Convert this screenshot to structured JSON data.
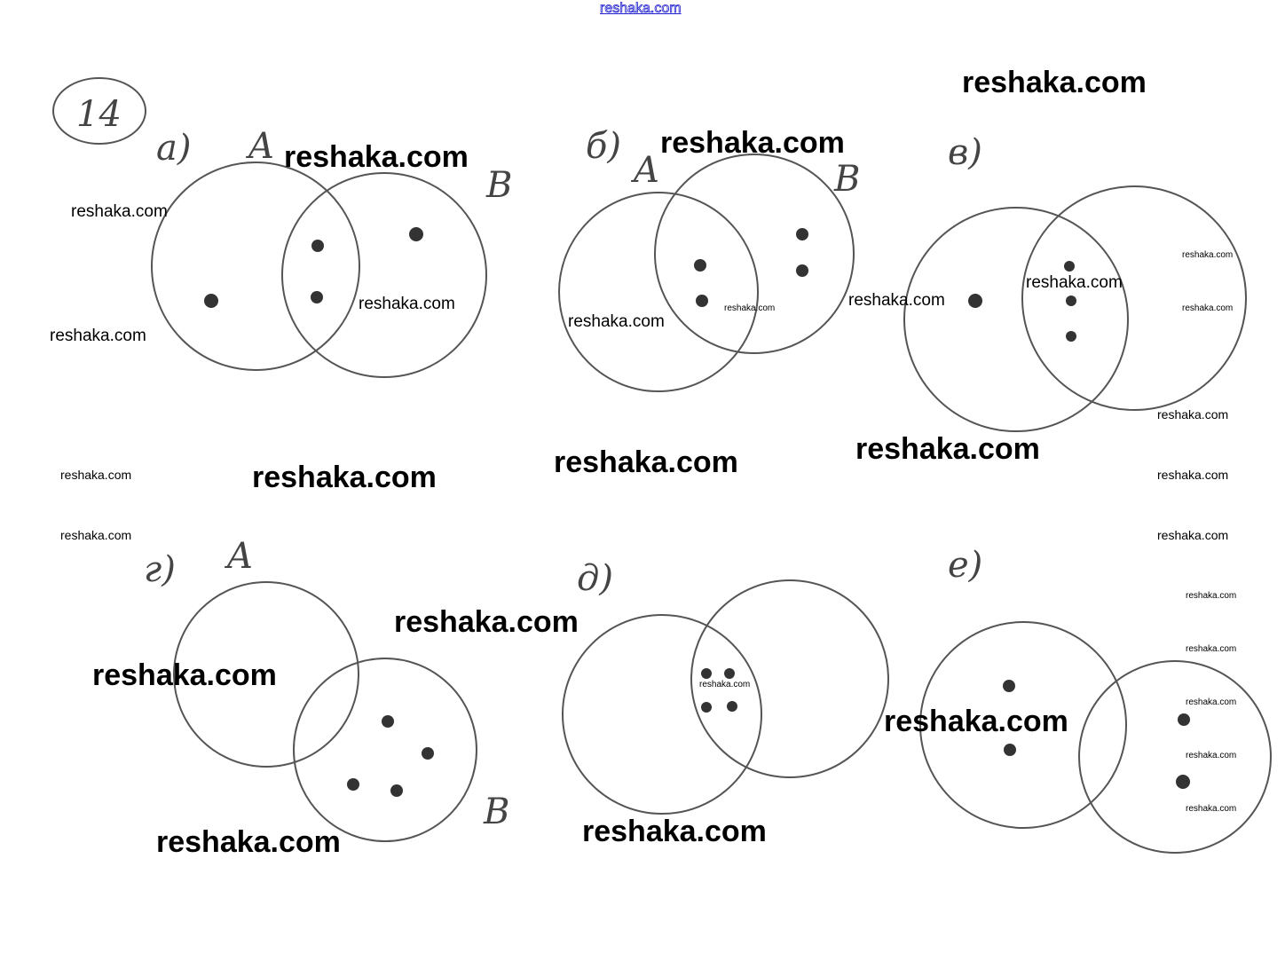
{
  "header_link": "reshaka.com",
  "problem_number": "14",
  "watermark": "reshaka.com",
  "set_labels": {
    "a": "A",
    "b": "B"
  },
  "parts": [
    {
      "label": "а)",
      "dots_only_A": 1,
      "dots_AB": 2,
      "dots_only_B": 1
    },
    {
      "label": "б)",
      "dots_only_A": 0,
      "dots_AB": 2,
      "dots_only_B": 2
    },
    {
      "label": "в)",
      "dots_only_A": 1,
      "dots_AB": 3,
      "dots_only_B": 0
    },
    {
      "label": "г)",
      "dots_only_A": 0,
      "dots_AB": 0,
      "dots_only_B": 4
    },
    {
      "label": "д)",
      "dots_only_A": 0,
      "dots_AB": 4,
      "dots_only_B": 0
    },
    {
      "label": "е)",
      "dots_only_A": 2,
      "dots_AB": 0,
      "dots_only_B": 2
    }
  ]
}
